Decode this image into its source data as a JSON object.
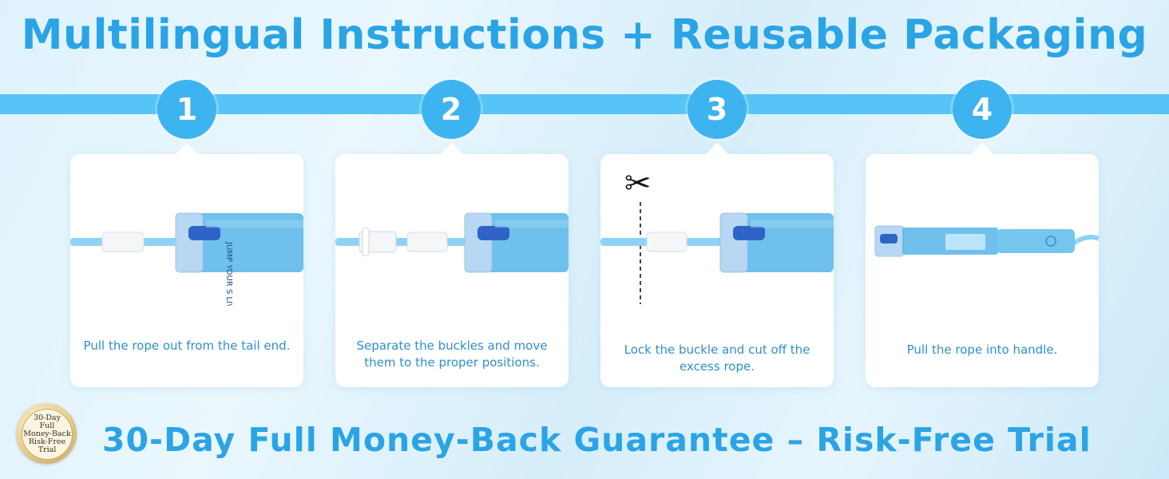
{
  "title": "Multilingual Instructions + Reusable Packaging",
  "steps": [
    {
      "number": "1",
      "caption": "Pull the rope out from the tail end."
    },
    {
      "number": "2",
      "caption": "Separate the buckles and move them to the proper positions."
    },
    {
      "number": "3",
      "caption": "Lock the buckle and cut off the excess rope."
    },
    {
      "number": "4",
      "caption": "Pull the rope into handle."
    }
  ],
  "handle_text": "JUMP YOUR S LIVE YOUR PA",
  "badge": {
    "line1": "30-Day",
    "line2": "Full",
    "line3": "Money-Back",
    "line4": "Risk-Free",
    "line5": "Trial"
  },
  "guarantee": "30-Day Full Money-Back Guarantee – Risk-Free Trial",
  "colors": {
    "accent": "#2ba4e6",
    "band": "#56c4f6",
    "circle": "#3db4f0",
    "rope": "#8fd3f4",
    "handle": "#5fb9ea"
  }
}
